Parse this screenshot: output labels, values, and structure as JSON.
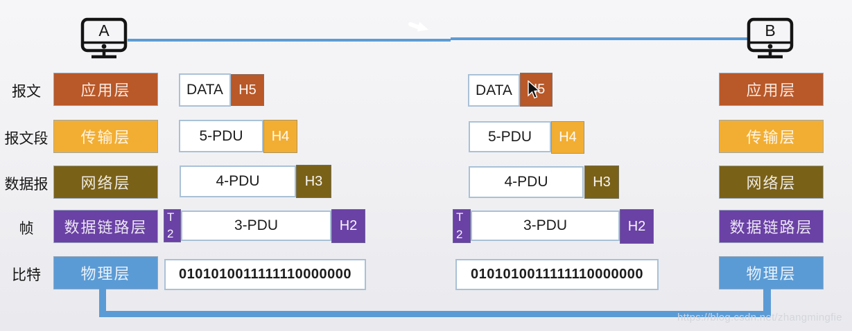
{
  "computers": {
    "a_label": "A",
    "b_label": "B"
  },
  "row_labels": {
    "message": "报文",
    "segment": "报文段",
    "datagram": "数据报",
    "frame": "帧",
    "bit": "比特"
  },
  "layers": {
    "application": {
      "label": "应用层",
      "color": "#B95828"
    },
    "transport": {
      "label": "传输层",
      "color": "#F2AE33"
    },
    "network": {
      "label": "网络层",
      "color": "#7A6118"
    },
    "datalink": {
      "label": "数据链路层",
      "color": "#6A41A5"
    },
    "physical": {
      "label": "物理层",
      "color": "#5B9BD5"
    }
  },
  "pdus": {
    "application": {
      "body": "DATA",
      "header": "H5"
    },
    "transport": {
      "body": "5-PDU",
      "header": "H4"
    },
    "network": {
      "body": "4-PDU",
      "header": "H3"
    },
    "datalink": {
      "trailer_top": "T",
      "trailer_bottom": "2",
      "body": "3-PDU",
      "header": "H2"
    },
    "physical": {
      "bits": "0101010011111110000000"
    }
  },
  "link_color": "#5B9BD5",
  "watermark": "https://blog.csdn.net/zhangmingfie"
}
